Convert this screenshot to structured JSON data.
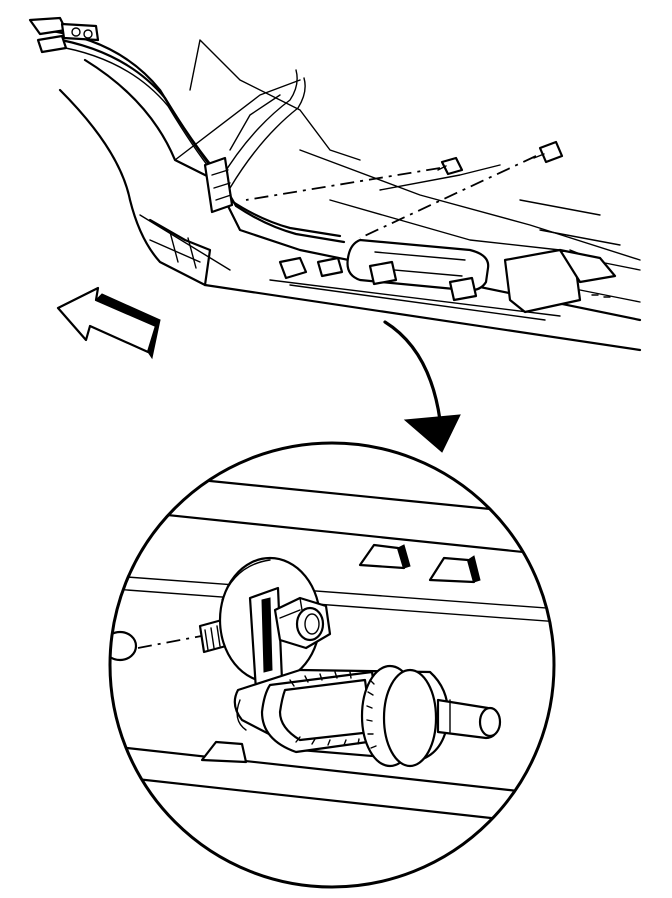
{
  "figure": {
    "kind": "line-art service illustration",
    "colors": {
      "ink": "#000000",
      "paper": "#ffffff"
    },
    "callouts": [
      {
        "id": "view-direction-arrow",
        "icon": "direction-arrow-icon"
      },
      {
        "id": "detail-pointer-arrow",
        "icon": "curved-arrow-icon"
      }
    ],
    "labels": []
  }
}
